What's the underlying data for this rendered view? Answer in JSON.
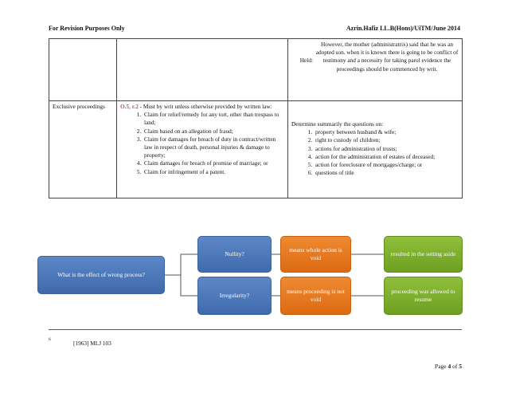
{
  "header": {
    "left": "For Revision Purposes Only",
    "right": "Azrin.Hafiz LL.B(Hons)/UiTM/June 2014"
  },
  "table": {
    "row1": {
      "col3_label": "Held:",
      "col3_text": "However, the mother (administratrix) said that he was an adopted son. when it is known there is going to be conflict of testimony and a necessity for taking parol evidence the proceedings should be commenced by writ."
    },
    "row2": {
      "col1": "Exclusive proceedings",
      "col2_ref": "O.5, r.2",
      "col2_intro": " - Must by writ unless otherwise provided by written law:",
      "col2_items": [
        "Claim for relief/remedy for any tort, other than trespass to land;",
        "Claim based on an allegation of fraud;",
        "Claim for damages for breach of duty in contract/written law in respect of death, personal injuries & damage to property;",
        "Claim damages for breach of promise of marriage; or",
        "Claim for infringement of a patent."
      ],
      "col3_intro": "Determine summarily the questions on:",
      "col3_items": [
        "property between husband & wife;",
        "right to custody of children;",
        "actions for administration of trusts;",
        "action for the administration of estates of deceased;",
        "action for foreclosure of mortgages/charge; or",
        "questions of title"
      ]
    }
  },
  "diagram": {
    "root": "What is the effect of wrong process?",
    "nullity": "Nullity?",
    "irregularity": "Irregularity?",
    "nullity_meaning": "means whole action is void",
    "irregularity_meaning": "means proceeding is not void",
    "nullity_result": "resulted in the setting aside",
    "irregularity_result": "proceeding was allowed to resume",
    "colors": {
      "blue": "#4a76b8",
      "orange": "#e67a22",
      "green": "#7cab2c",
      "connector": "#555555"
    }
  },
  "footnote": {
    "mark": "6",
    "text": "[1963] MLJ 103"
  },
  "page": {
    "prefix": "Page ",
    "current": "4",
    "middle": " of ",
    "total": "5"
  }
}
